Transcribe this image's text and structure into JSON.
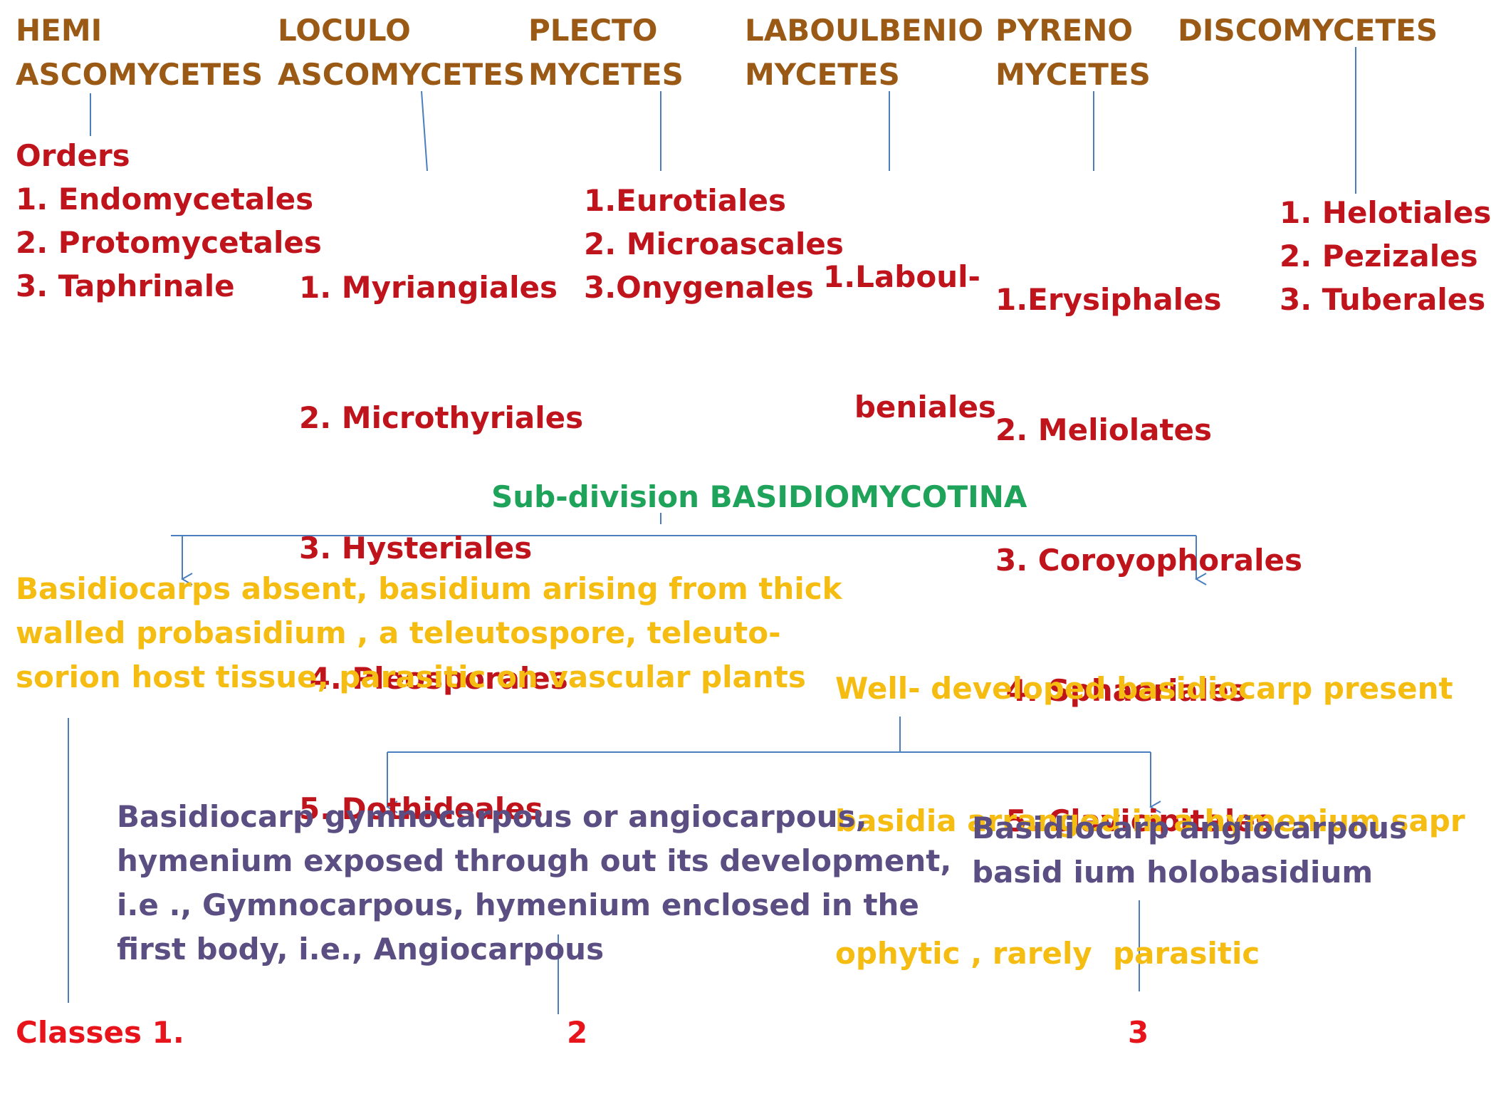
{
  "ascomycetes": {
    "columns": [
      {
        "header": [
          "HEMI",
          "ASCOMYCETES"
        ],
        "orders_heading": "Orders",
        "orders": [
          "1. Endomycetales",
          "2. Protomycetales",
          "3. Taphrinale"
        ]
      },
      {
        "header": [
          "LOCULO",
          "ASCOMYCETES"
        ],
        "orders": [
          "1. Myriangiales",
          "2. Microthyriales",
          "3. Hysteriales",
          " 4. Pleosporales",
          "5. Dothideales"
        ]
      },
      {
        "header": [
          "PLECTO",
          "MYCETES"
        ],
        "orders": [
          "1.Eurotiales",
          "2. Microascales",
          "3.Onygenales"
        ]
      },
      {
        "header": [
          "LABOULBENIO",
          "MYCETES"
        ],
        "orders": [
          "1.Laboul-",
          "   beniales"
        ]
      },
      {
        "header": [
          "PYRENO",
          "MYCETES"
        ],
        "orders": [
          "1.Erysiphales",
          "2. Meliolates",
          "3. Coroyophorales",
          " 4. Sphaeriales",
          " 5. Clavicipitales"
        ]
      },
      {
        "header": [
          "DISCOMYCETES"
        ],
        "orders": [
          "1. Helotiales",
          "2. Pezizales",
          "3. Tuberales"
        ]
      }
    ]
  },
  "basidiomycotina": {
    "title": "Sub-division BASIDIOMYCOTINA",
    "left_branch": [
      "Basidiocarps absent, basidium arising from thick",
      "walled probasidium , a teleutospore, teleuto-",
      "sorion host tissue, parasitic on vascular plants"
    ],
    "right_branch": [
      "Well- developed basidiocarp present",
      "basidia arranged in a hymenium sapr",
      "ophytic , rarely  parasitic"
    ],
    "sub_left": [
      "Basidiocarp gymnocarpous or angiocarpous,",
      "hymenium exposed through out its development,",
      "i.e ., Gymnocarpous, hymenium enclosed in the",
      "first body, i.e., Angiocarpous"
    ],
    "sub_right": [
      "Basidiocarp angiocarpous",
      "basid ium holobasidium"
    ],
    "classes": [
      "Classes 1.",
      "2",
      "3"
    ]
  },
  "colors": {
    "header": "#9a5a16",
    "orders": "#c0141c",
    "title": "#1fa35a",
    "branch": "#f5bc12",
    "sub": "#5a4e82",
    "classes": "#e8141c",
    "lines": "#4a7fbf"
  }
}
